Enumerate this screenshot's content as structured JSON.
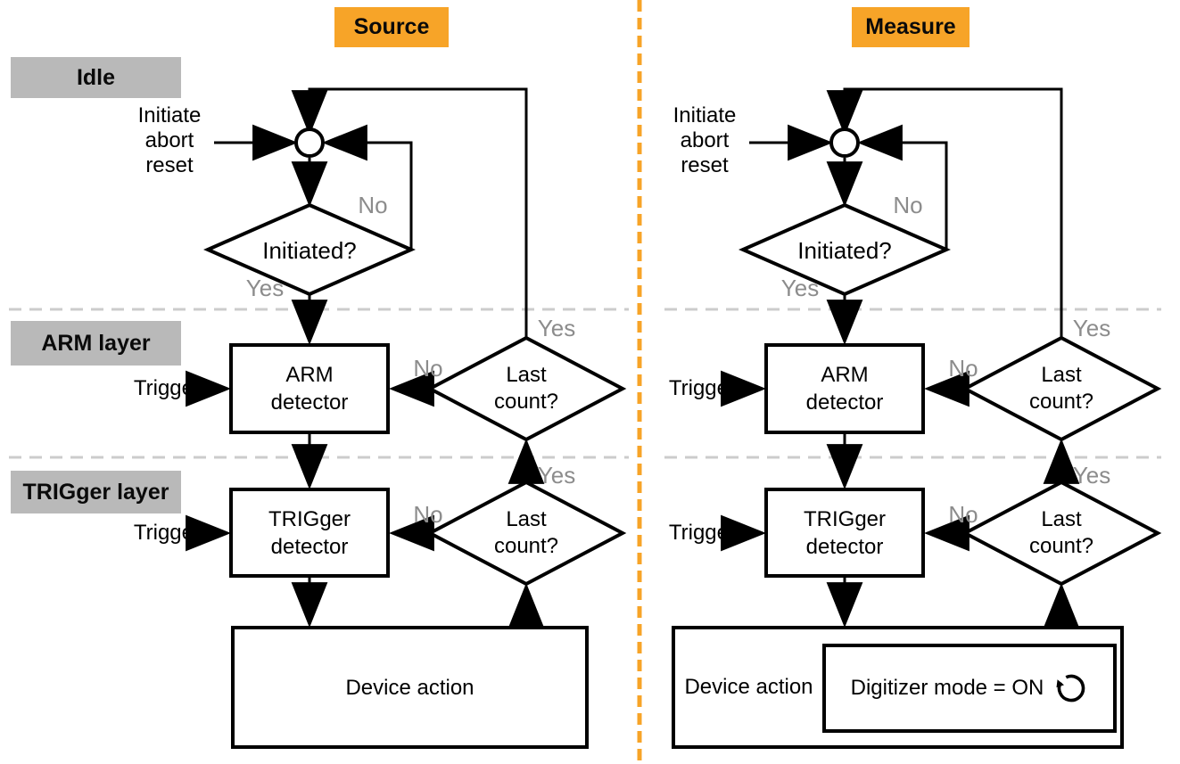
{
  "titles": {
    "source": "Source",
    "measure": "Measure"
  },
  "layer_labels": {
    "idle": "Idle",
    "arm": "ARM layer",
    "trigger": "TRIGger layer"
  },
  "events": {
    "line1": "Initiate",
    "line2": "abort",
    "line3": "reset"
  },
  "decisions": {
    "initiated": "Initiated?",
    "last_count_line1": "Last",
    "last_count_line2": "count?"
  },
  "branch": {
    "yes": "Yes",
    "no": "No"
  },
  "inputs": {
    "trigger": "Trigger"
  },
  "blocks": {
    "arm_line1": "ARM",
    "arm_line2": "detector",
    "trig_line1": "TRIGger",
    "trig_line2": "detector",
    "device_action": "Device action",
    "digitizer_mode": "Digitizer mode = ON"
  },
  "icons": {
    "loop": "repeat-loop-icon",
    "junction": "merge-junction-circle"
  },
  "colors": {
    "accent_orange": "#F7A428",
    "layer_label_gray": "#B9B9B9",
    "branch_text_gray": "#8C8C8C",
    "dashed_line_gray": "#CCCCCC",
    "line_black": "#000000"
  }
}
